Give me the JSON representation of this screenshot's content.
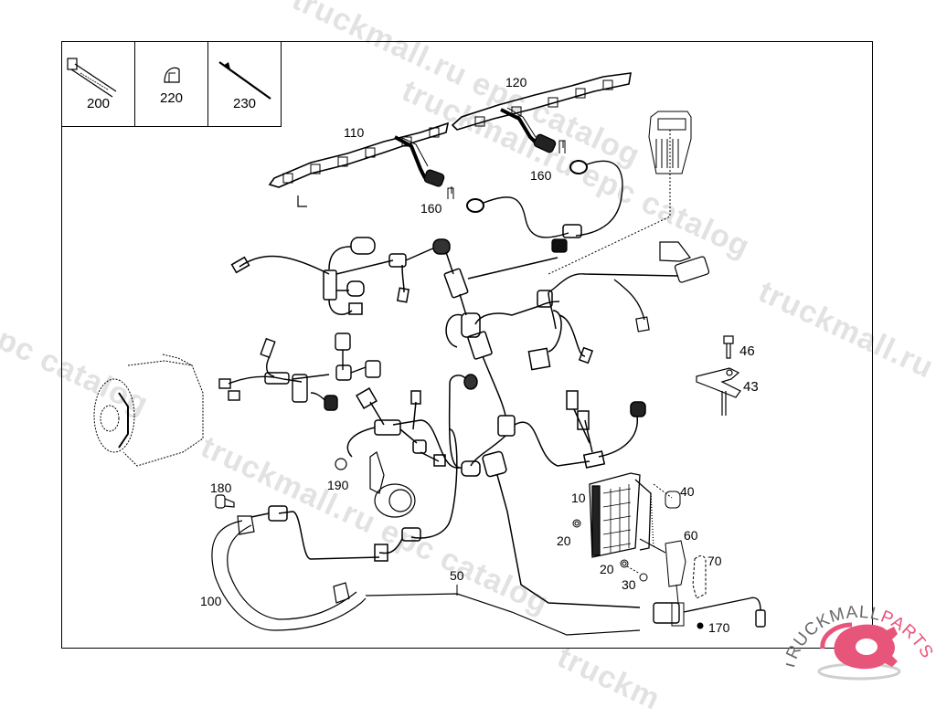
{
  "diagram": {
    "title": "Engine wiring harness parts diagram",
    "legend": [
      {
        "part": "200",
        "icon": "cable-tie-icon"
      },
      {
        "part": "220",
        "icon": "clip-icon"
      },
      {
        "part": "230",
        "icon": "cable-tie-anchor-icon"
      }
    ],
    "callouts": [
      {
        "id": "110",
        "label": "110"
      },
      {
        "id": "120",
        "label": "120"
      },
      {
        "id": "160a",
        "label": "160"
      },
      {
        "id": "160b",
        "label": "160"
      },
      {
        "id": "46",
        "label": "46"
      },
      {
        "id": "43",
        "label": "43"
      },
      {
        "id": "180",
        "label": "180"
      },
      {
        "id": "190",
        "label": "190"
      },
      {
        "id": "10",
        "label": "10"
      },
      {
        "id": "40",
        "label": "40"
      },
      {
        "id": "20a",
        "label": "20"
      },
      {
        "id": "60",
        "label": "60"
      },
      {
        "id": "70",
        "label": "70"
      },
      {
        "id": "20b",
        "label": "20"
      },
      {
        "id": "30",
        "label": "30"
      },
      {
        "id": "50",
        "label": "50"
      },
      {
        "id": "100",
        "label": "100"
      },
      {
        "id": "170",
        "label": "170"
      }
    ],
    "components": [
      "injector-harness-110",
      "injector-harness-120",
      "main-engine-harness",
      "alternator",
      "control-unit-10",
      "relay-socket",
      "bracket-43",
      "bolt-46",
      "cable-duct-100"
    ]
  },
  "watermarks": [
    {
      "text": "truckmall.ru epc catalog"
    },
    {
      "text": "truckmall.ru epc catalog"
    },
    {
      "text": "truckmall.ru epc catalog"
    },
    {
      "text": "truckmall.ru e"
    },
    {
      "text": "l epc catalog"
    }
  ],
  "brand": {
    "text_dark": "TRUCKMALL",
    "text_accent": "PARTS",
    "accent_color": "#e8557a",
    "dark_color": "#555555"
  }
}
